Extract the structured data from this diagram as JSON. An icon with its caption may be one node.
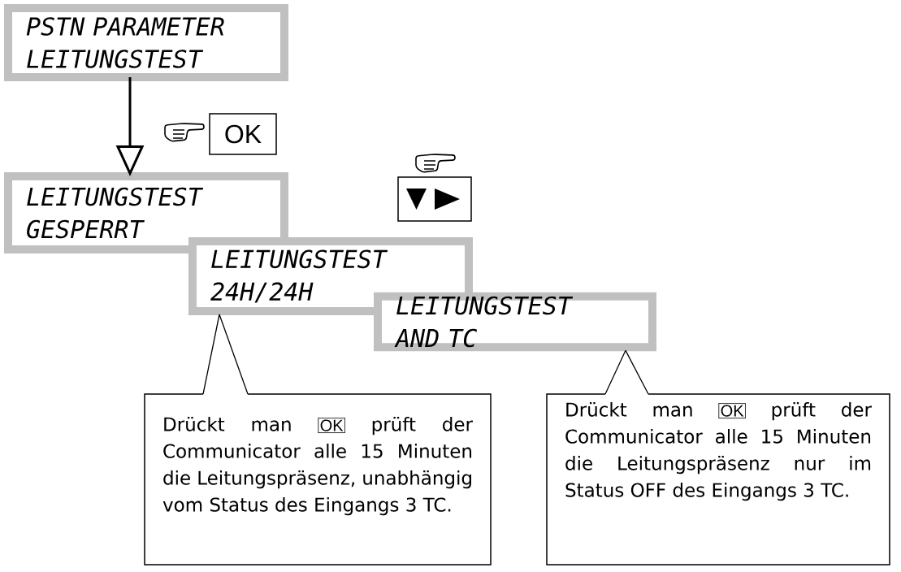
{
  "diagram": {
    "nodes": [
      {
        "text": [
          "PSTN PARAMETER",
          "LEITUNGSTEST"
        ]
      },
      {
        "text": [
          "LEITUNGSTEST",
          "GESPERRT"
        ]
      },
      {
        "text": [
          "LEITUNGSTEST",
          "24H/24H"
        ]
      },
      {
        "text": [
          "LEITUNGSTEST",
          "AND TC"
        ]
      },
      {
        "text": [
          "Drückt man",
          "OK",
          "prüft der Communicator alle 15 Minuten die Leitungspräsenz, unabhängig vom Status des Eingangs 3 TC."
        ]
      },
      {
        "text": [
          "Drückt man",
          "OK",
          "prüft der Communicator alle 15 Minuten die Leitungspräsenz nur im Status OFF des Eingangs 3 TC."
        ]
      }
    ],
    "edges": [
      {
        "from": 0,
        "to": 1,
        "arrow": "to",
        "label": "OK",
        "style": "thick"
      },
      {
        "from": 4,
        "to": 2,
        "arrow": "none"
      },
      {
        "from": 5,
        "to": 3,
        "arrow": "none"
      }
    ]
  }
}
